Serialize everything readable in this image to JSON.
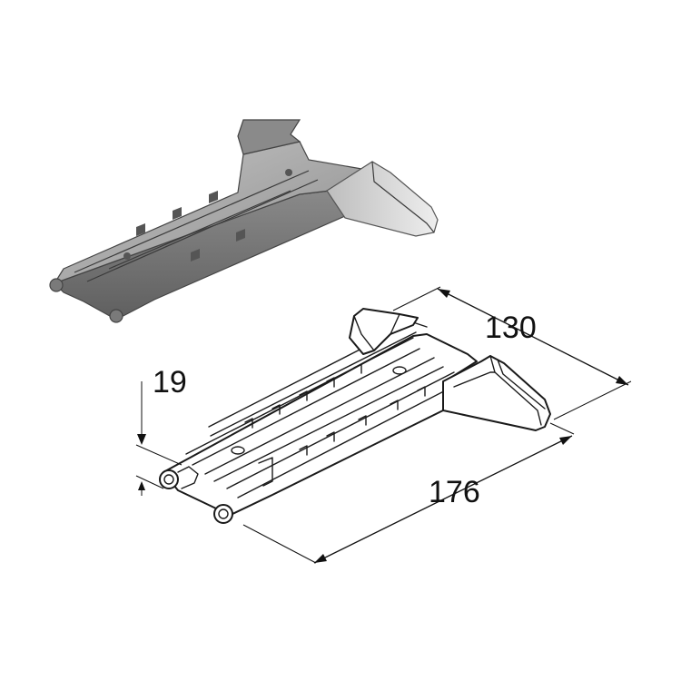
{
  "dimensions": {
    "length": "176",
    "width": "130",
    "height": "19"
  },
  "colors": {
    "background": "#ffffff",
    "shaded_dark": "#6f6f6f",
    "shaded_mid": "#9a9a9a",
    "shaded_light": "#c9c9c9",
    "line": "#111111"
  }
}
